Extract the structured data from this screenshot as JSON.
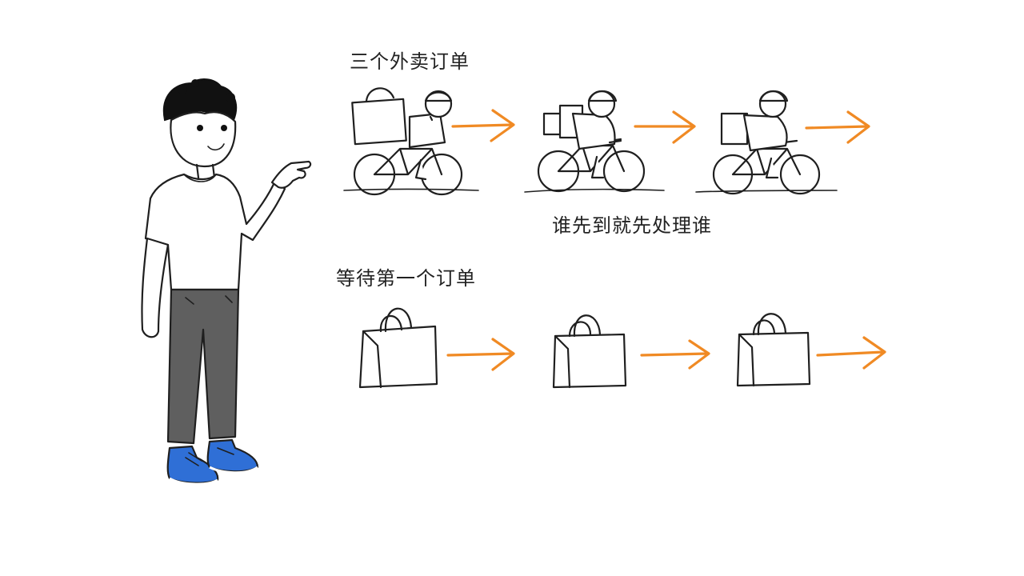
{
  "labels": {
    "three_orders": "三个外卖订单",
    "first_come_first_served": "谁先到就先处理谁",
    "wait_first_order": "等待第一个订单"
  },
  "colors": {
    "arrow": "#f08a24",
    "ink": "#1f1f1f",
    "pants": "#5f5f5f",
    "shoes": "#2f6fd6",
    "hair": "#111111"
  },
  "icons": {
    "person": "person-pointing-icon",
    "rider": "delivery-rider-bicycle-icon",
    "bag": "shopping-bag-icon",
    "arrow": "arrow-right-icon"
  }
}
